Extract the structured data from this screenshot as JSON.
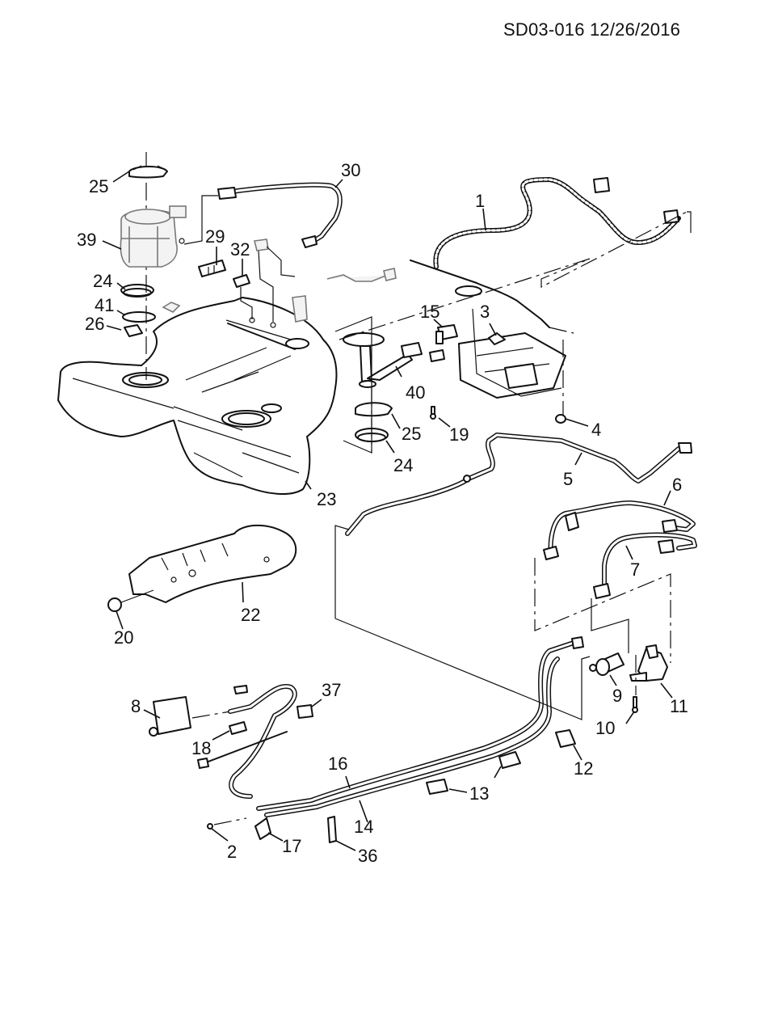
{
  "header": {
    "document_code": "SD03-016 12/26/2016"
  },
  "diagram": {
    "type": "exploded parts view",
    "callouts": {
      "c1": "1",
      "c2": "2",
      "c3": "3",
      "c4": "4",
      "c5": "5",
      "c6": "6",
      "c7": "7",
      "c8": "8",
      "c9": "9",
      "c10": "10",
      "c11": "11",
      "c12": "12",
      "c13": "13",
      "c14": "14",
      "c15": "15",
      "c16": "16",
      "c17": "17",
      "c18": "18",
      "c19": "19",
      "c20": "20",
      "c22": "22",
      "c23": "23",
      "c24a": "24",
      "c24b": "24",
      "c25a": "25",
      "c25b": "25",
      "c26": "26",
      "c29": "29",
      "c30": "30",
      "c32": "32",
      "c36": "36",
      "c37": "37",
      "c39": "39",
      "c40": "40",
      "c41": "41"
    }
  }
}
